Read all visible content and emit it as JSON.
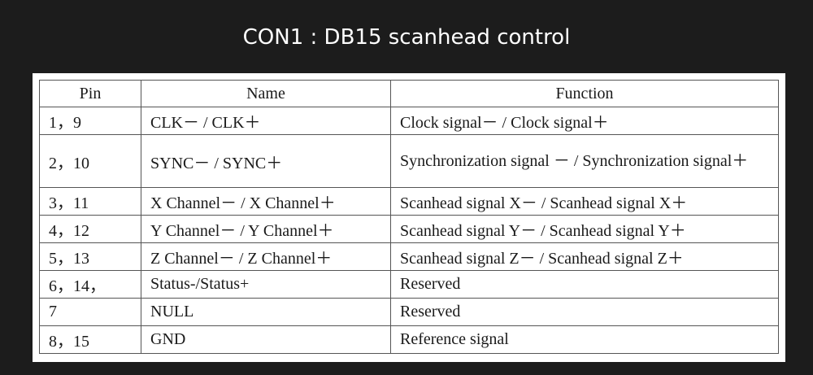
{
  "title": "CON1 : DB15 scanhead control",
  "table": {
    "headers": [
      "Pin",
      "Name",
      "Function"
    ],
    "rows": [
      {
        "pin": "1，9",
        "name": "CLK－ / CLK＋",
        "function": "Clock signal－ / Clock signal＋"
      },
      {
        "pin": "2，10",
        "name": "SYNC－ / SYNC＋",
        "function": "Synchronization signal － / Synchronization signal＋"
      },
      {
        "pin": "3，11",
        "name": "X Channel－ / X Channel＋",
        "function": "Scanhead signal X－ / Scanhead signal X＋"
      },
      {
        "pin": "4，12",
        "name": "Y Channel－ / Y Channel＋",
        "function": "Scanhead signal Y－ / Scanhead signal Y＋"
      },
      {
        "pin": "5，13",
        "name": "Z Channel－ / Z Channel＋",
        "function": "Scanhead signal Z－ / Scanhead signal Z＋"
      },
      {
        "pin": "6，14，",
        "name": "Status-/Status+",
        "function": "Reserved"
      },
      {
        "pin": "7",
        "name": "NULL",
        "function": "Reserved"
      },
      {
        "pin": "8，15",
        "name": "GND",
        "function": "Reference signal"
      }
    ]
  }
}
